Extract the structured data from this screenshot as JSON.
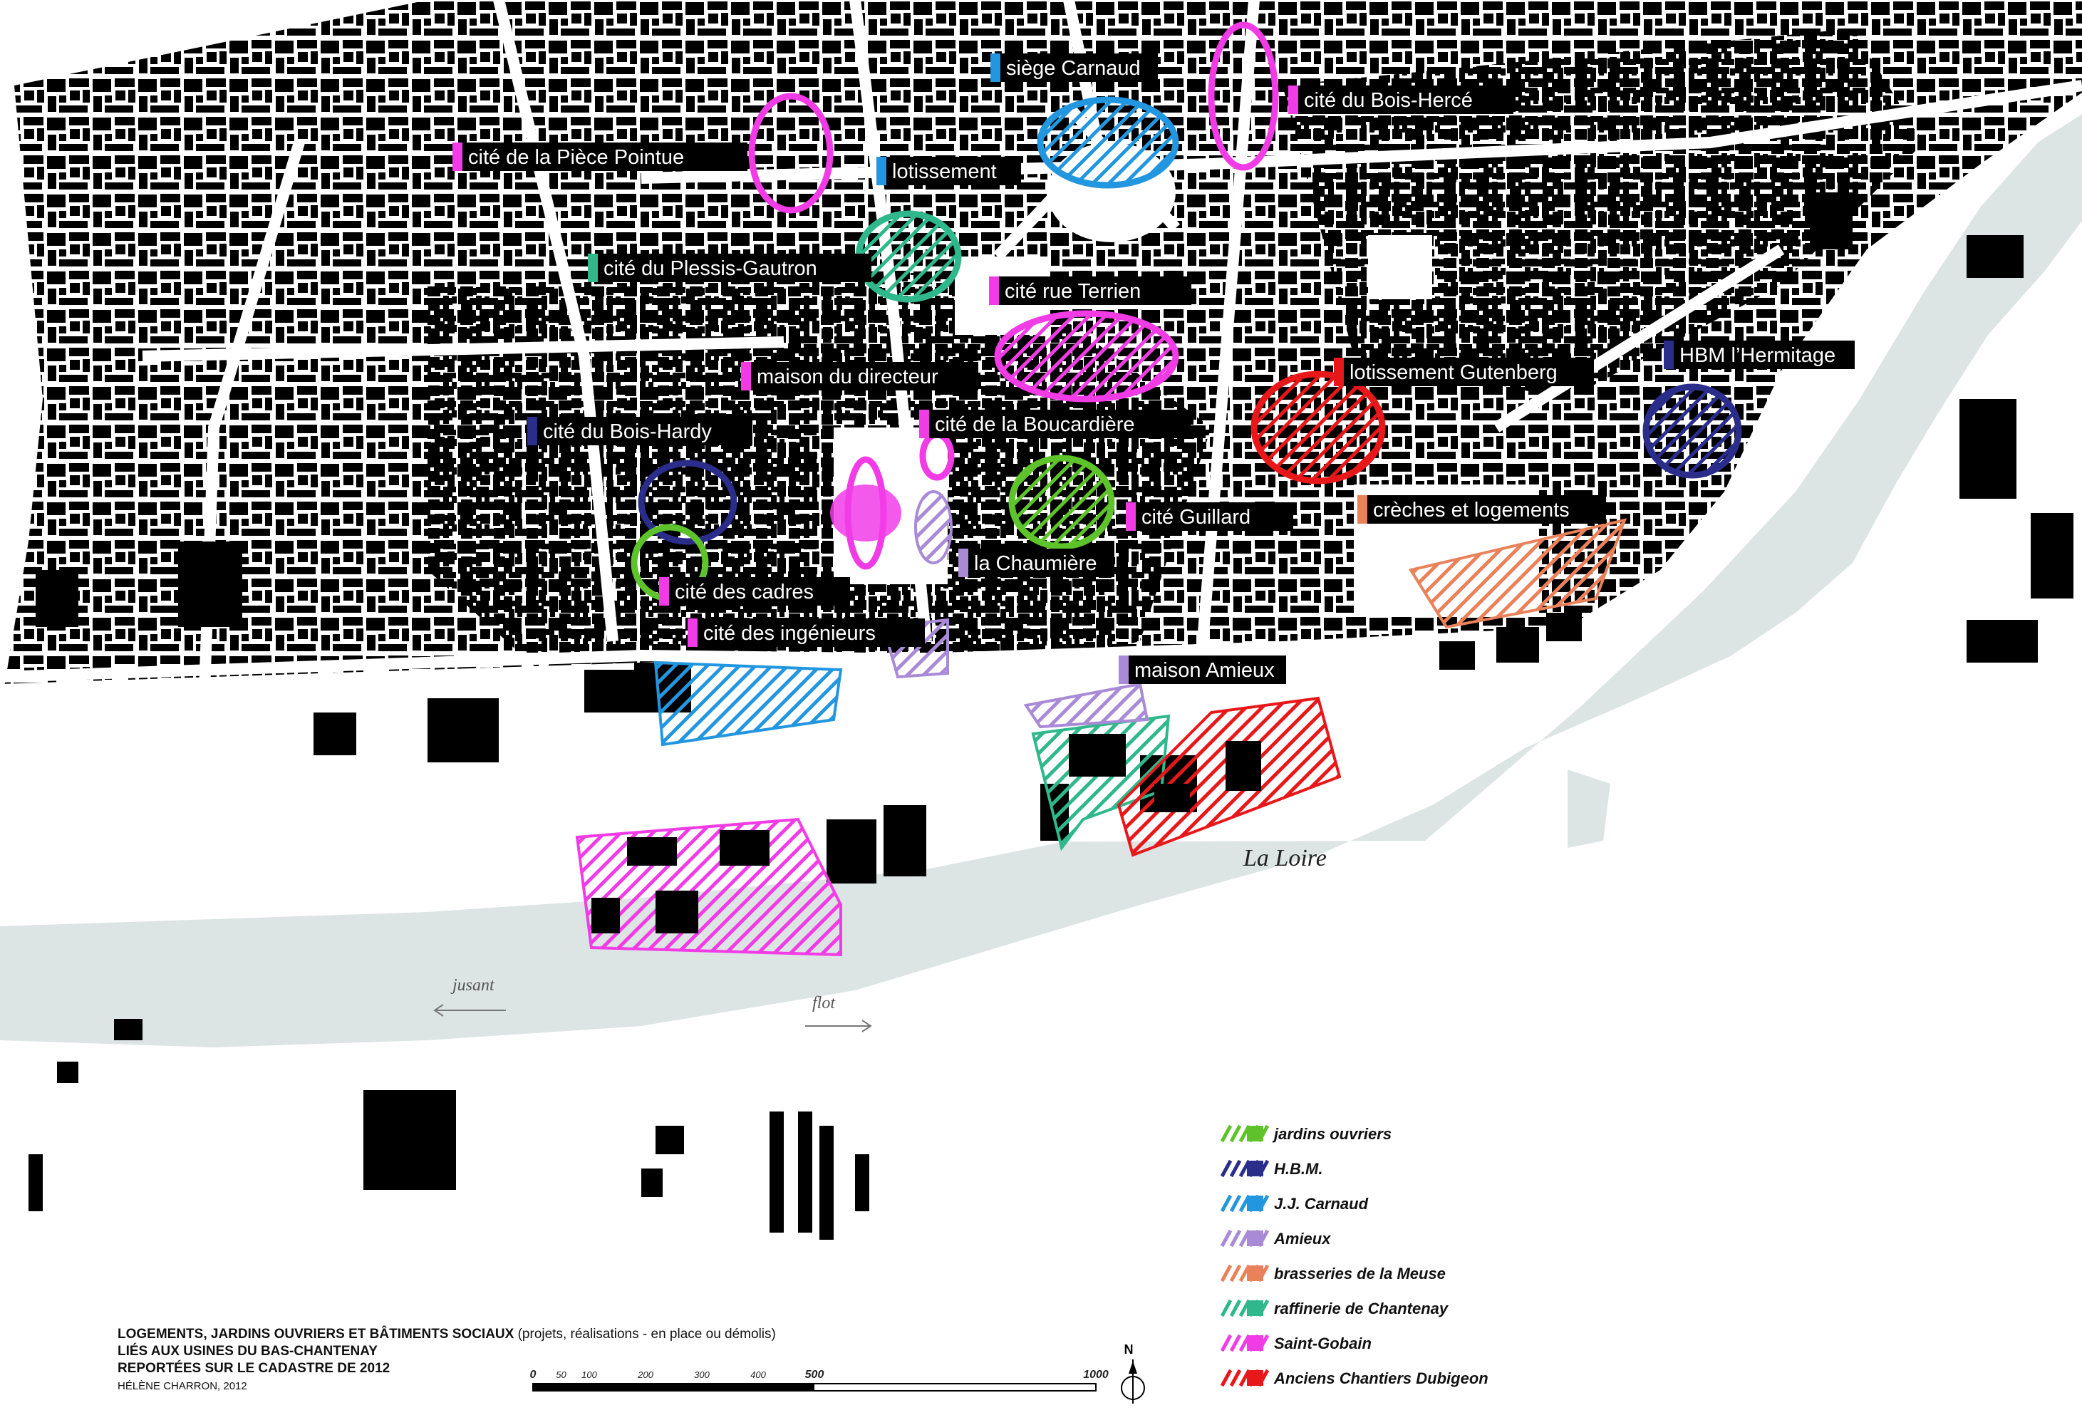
{
  "colors": {
    "jardins": "#5ec32a",
    "hbm": "#2a2d8a",
    "carnaud": "#2396e0",
    "amieux": "#a98ad6",
    "meuse": "#e9825b",
    "raffinerie": "#2fb88b",
    "saint_gobain": "#f13ce6",
    "dubigeon": "#e8171a",
    "water": "#dde4e4",
    "building": "#000000"
  },
  "river": {
    "name": "La Loire",
    "ebb": "jusant",
    "flood": "flot"
  },
  "labels": [
    {
      "id": "siege-carnaud",
      "text": "siège Carnaud",
      "category": "carnaud"
    },
    {
      "id": "cite-bois-herce",
      "text": "cité du Bois-Hercé",
      "category": "saint_gobain"
    },
    {
      "id": "cite-piece-pointue",
      "text": "cité de la Pièce Pointue",
      "category": "saint_gobain"
    },
    {
      "id": "lotissement",
      "text": "lotissement",
      "category": "carnaud"
    },
    {
      "id": "cite-plessis-gautron",
      "text": "cité du Plessis-Gautron",
      "category": "raffinerie"
    },
    {
      "id": "cite-rue-terrien",
      "text": "cité rue Terrien",
      "category": "saint_gobain"
    },
    {
      "id": "maison-directeur",
      "text": "maison du directeur",
      "category": "saint_gobain"
    },
    {
      "id": "lotissement-gutenberg",
      "text": "lotissement Gutenberg",
      "category": "dubigeon"
    },
    {
      "id": "hbm-hermitage",
      "text": "HBM l’Hermitage",
      "category": "hbm"
    },
    {
      "id": "cite-boucardiere",
      "text": "cité de la Boucardière",
      "category": "saint_gobain"
    },
    {
      "id": "cite-bois-hardy",
      "text": "cité du Bois-Hardy",
      "category": "hbm"
    },
    {
      "id": "cite-guillard",
      "text": "cité Guillard",
      "category": "saint_gobain"
    },
    {
      "id": "creches-logements",
      "text": "crèches et logements",
      "category": "meuse"
    },
    {
      "id": "la-chaumiere",
      "text": "la Chaumière",
      "category": "amieux"
    },
    {
      "id": "cite-cadres",
      "text": "cité des cadres",
      "category": "saint_gobain"
    },
    {
      "id": "cite-ingenieurs",
      "text": "cité des ingénieurs",
      "category": "saint_gobain"
    },
    {
      "id": "maison-amieux",
      "text": "maison Amieux",
      "category": "amieux"
    }
  ],
  "legend": [
    {
      "key": "jardins",
      "label": "jardins ouvriers"
    },
    {
      "key": "hbm",
      "label": "H.B.M."
    },
    {
      "key": "carnaud",
      "label": "J.J. Carnaud"
    },
    {
      "key": "amieux",
      "label": "Amieux"
    },
    {
      "key": "meuse",
      "label": "brasseries de la Meuse"
    },
    {
      "key": "raffinerie",
      "label": "raffinerie de Chantenay"
    },
    {
      "key": "saint_gobain",
      "label": "Saint-Gobain"
    },
    {
      "key": "dubigeon",
      "label": "Anciens Chantiers Dubigeon"
    }
  ],
  "caption": {
    "line1": "LOGEMENTS, JARDINS OUVRIERS ET BÂTIMENTS SOCIAUX",
    "line1_note": "(projets, réalisations - en place ou démolis)",
    "line2": "LIÉS AUX USINES DU BAS-CHANTENAY",
    "line3": "REPORTÉES SUR LE CADASTRE DE 2012",
    "author": "HÉLÈNE CHARRON, 2012"
  },
  "scale": {
    "ticks": [
      "0",
      "50",
      "100",
      "200",
      "300",
      "400",
      "500",
      "1000"
    ]
  },
  "north": "N"
}
